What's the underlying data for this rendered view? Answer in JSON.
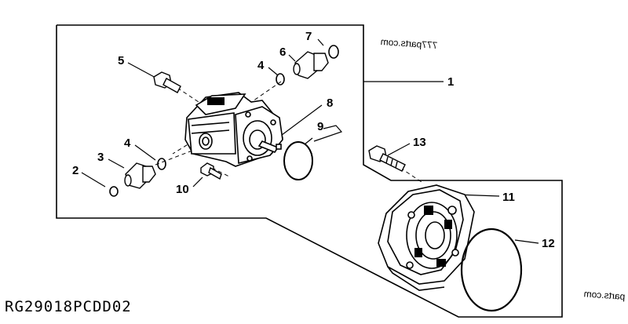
{
  "diagram": {
    "figure_code": "RG29018PCDD02",
    "watermark_main": "777parts.com",
    "watermark_corner": "parts.com",
    "callouts": {
      "c1": "1",
      "c2": "2",
      "c3": "3",
      "c4a": "4",
      "c4b": "4",
      "c5": "5",
      "c6": "6",
      "c7": "7",
      "c8": "8",
      "c9": "9",
      "c10": "10",
      "c11": "11",
      "c12": "12",
      "c13": "13"
    }
  }
}
